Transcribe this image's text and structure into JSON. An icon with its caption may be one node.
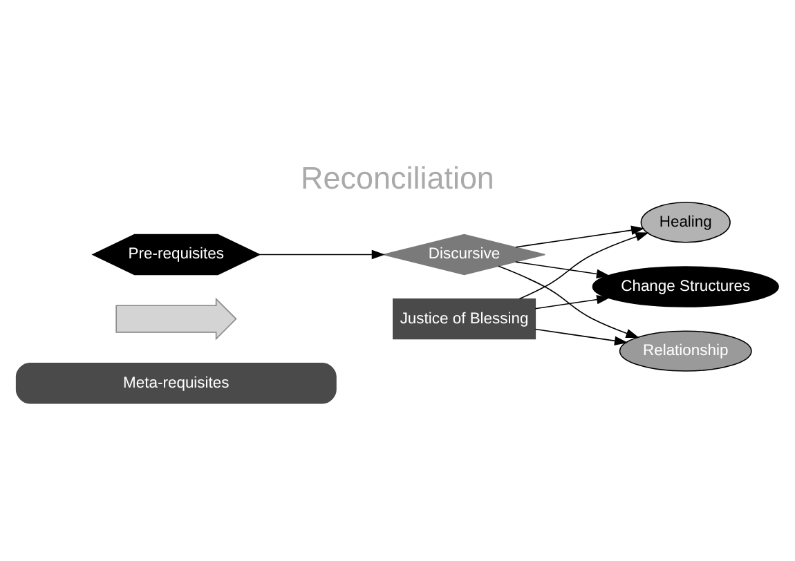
{
  "diagram": {
    "title": "Reconciliation",
    "nodes": [
      {
        "text": [
          "Meta-requisites"
        ]
      },
      {
        "text": [],
        "shape": "arrow"
      },
      {
        "text": [
          "Pre-requisites"
        ]
      },
      {
        "text": [
          "Discursive"
        ]
      },
      {
        "text": [
          "Healing"
        ]
      },
      {
        "text": [
          "Change Structures"
        ]
      },
      {
        "text": [
          "Relationship"
        ]
      },
      {
        "text": [
          "Justice of Blessing"
        ]
      }
    ],
    "edges": [
      {
        "from": 2,
        "to": 3,
        "arrow": "to"
      },
      {
        "from": 3,
        "to": 4,
        "arrow": "to"
      },
      {
        "from": 3,
        "to": 5,
        "arrow": "to"
      },
      {
        "from": 3,
        "to": 6,
        "arrow": "to"
      },
      {
        "from": 7,
        "to": 4,
        "arrow": "to"
      },
      {
        "from": 7,
        "to": 5,
        "arrow": "to"
      },
      {
        "from": 7,
        "to": 6,
        "arrow": "to"
      }
    ]
  }
}
